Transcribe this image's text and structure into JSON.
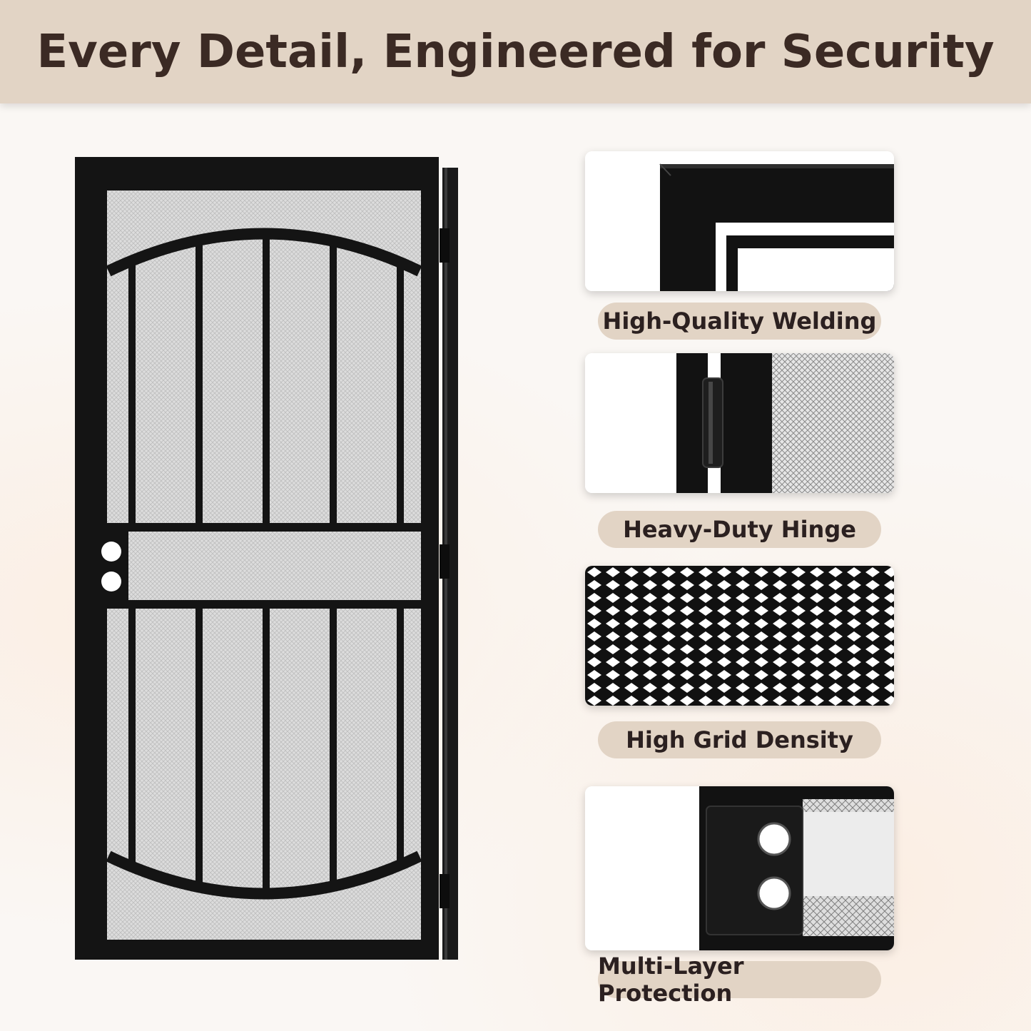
{
  "header": {
    "title": "Every Detail, Engineered for Security"
  },
  "features": [
    {
      "label": "High-Quality Welding",
      "icon": "weld-corner-icon"
    },
    {
      "label": "Heavy-Duty Hinge",
      "icon": "hinge-icon"
    },
    {
      "label": "High Grid Density",
      "icon": "mesh-grid-icon"
    },
    {
      "label": "Multi-Layer Protection",
      "icon": "lock-box-icon"
    }
  ],
  "colors": {
    "banner": "#e2d4c5",
    "title": "#3b2a24",
    "frame": "#141414",
    "mesh": "#d9d9d9"
  }
}
